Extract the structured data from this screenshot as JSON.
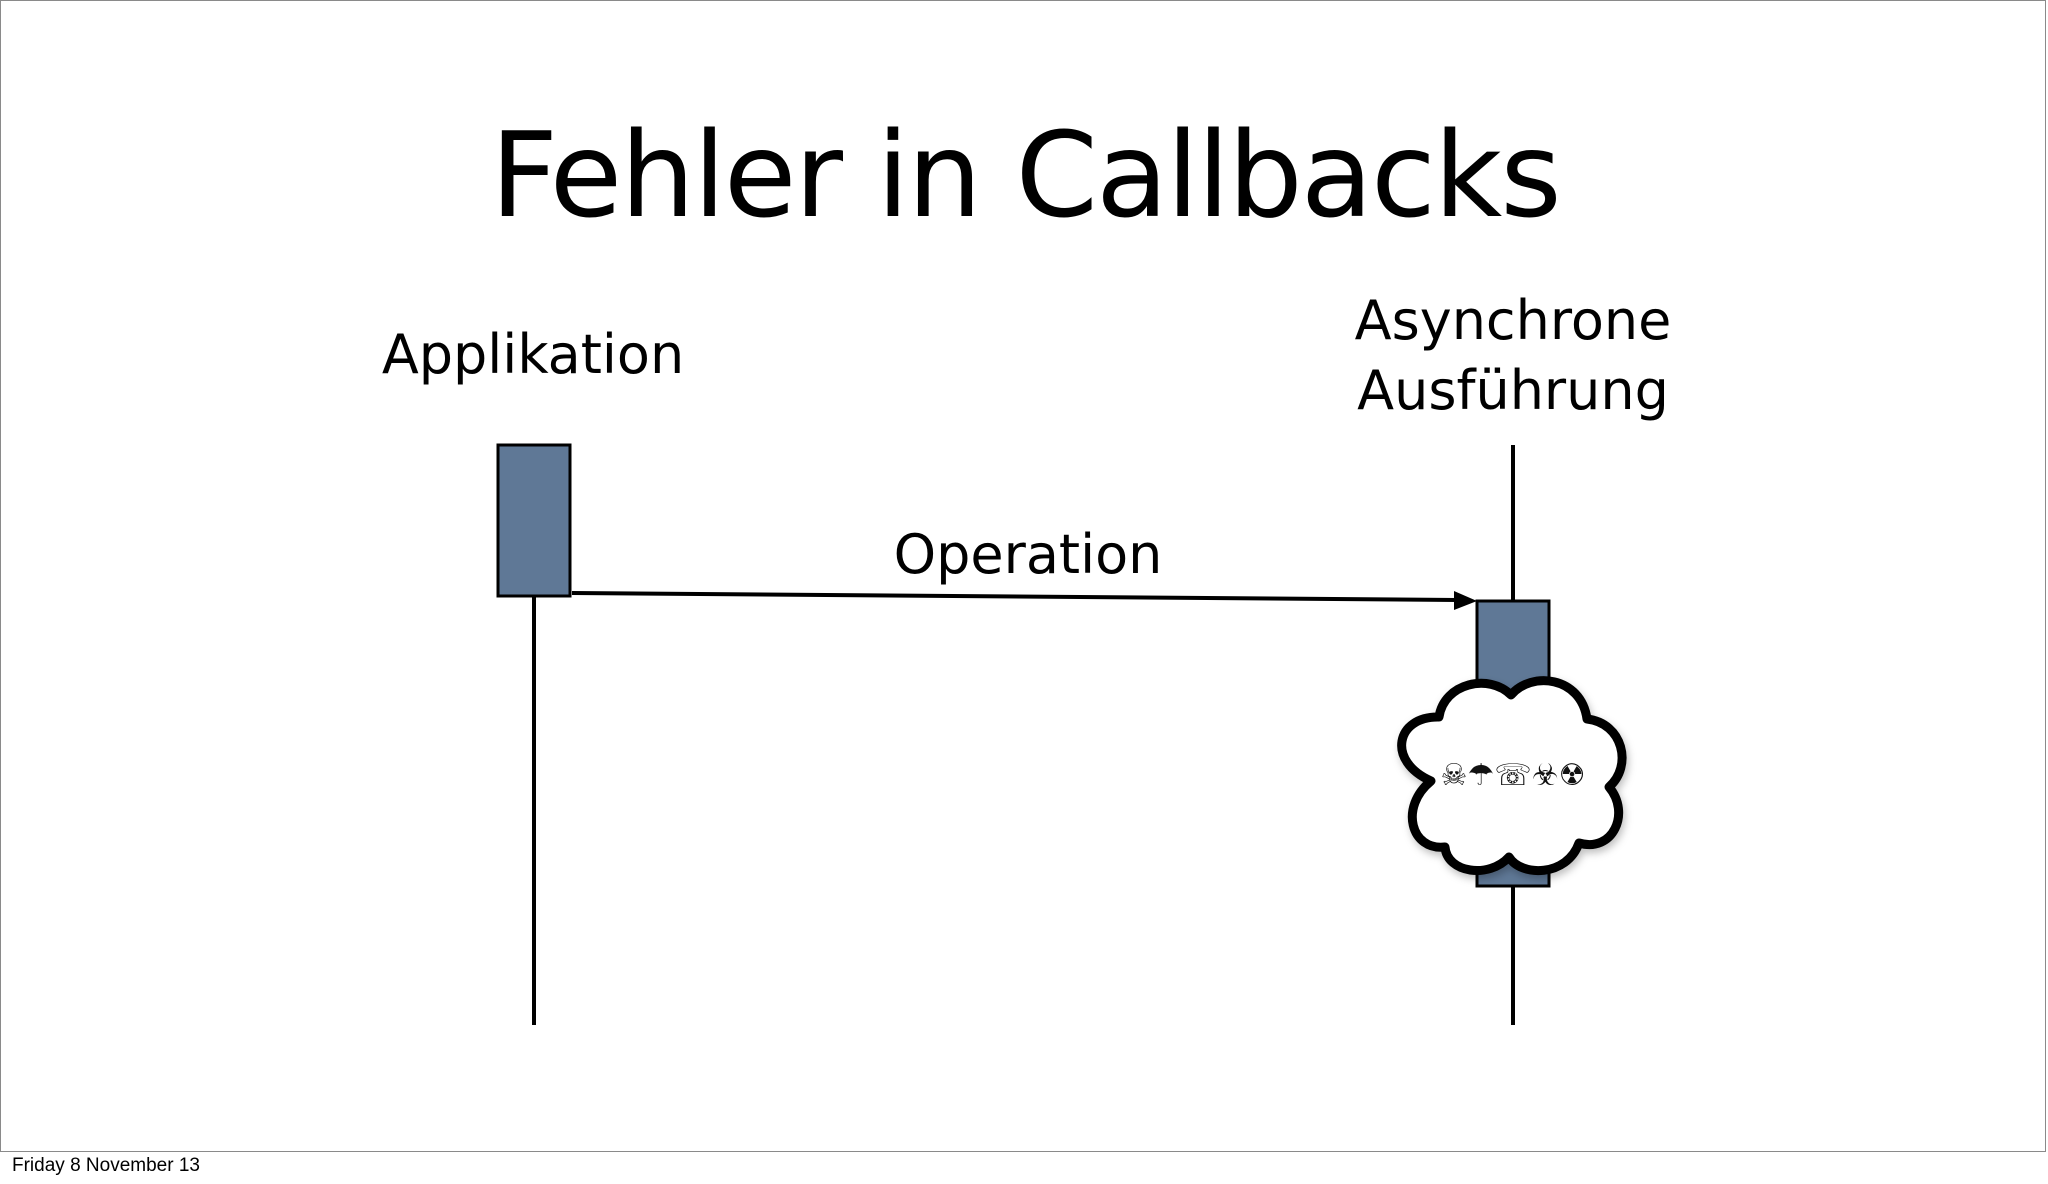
{
  "slide": {
    "title": "Fehler in Callbacks",
    "participants": {
      "left": "Applikation",
      "right_line1": "Asynchrone",
      "right_line2": "Ausführung"
    },
    "message": "Operation",
    "error_symbols": "☠☂☏☣☢"
  },
  "footer": {
    "date": "Friday 8 November 13"
  },
  "colors": {
    "activation_fill": "#5f7896",
    "line": "#000000"
  },
  "icons": [
    "skull-icon",
    "umbrella-icon",
    "telephone-icon",
    "biohazard-icon",
    "radioactive-icon",
    "cloud-icon",
    "arrowhead-icon"
  ]
}
